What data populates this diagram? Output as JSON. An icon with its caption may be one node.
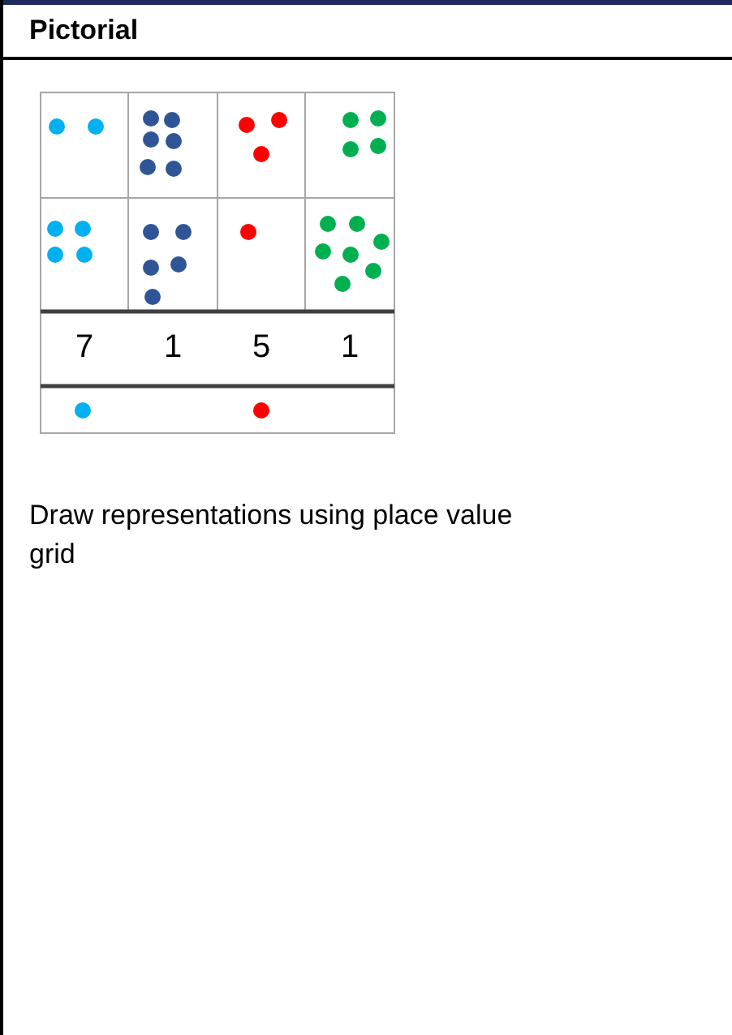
{
  "diagram": {
    "title": "Pictorial",
    "labels": [
      "7",
      "1",
      "5",
      "1",
      "Draw representations using place value grid"
    ]
  }
}
